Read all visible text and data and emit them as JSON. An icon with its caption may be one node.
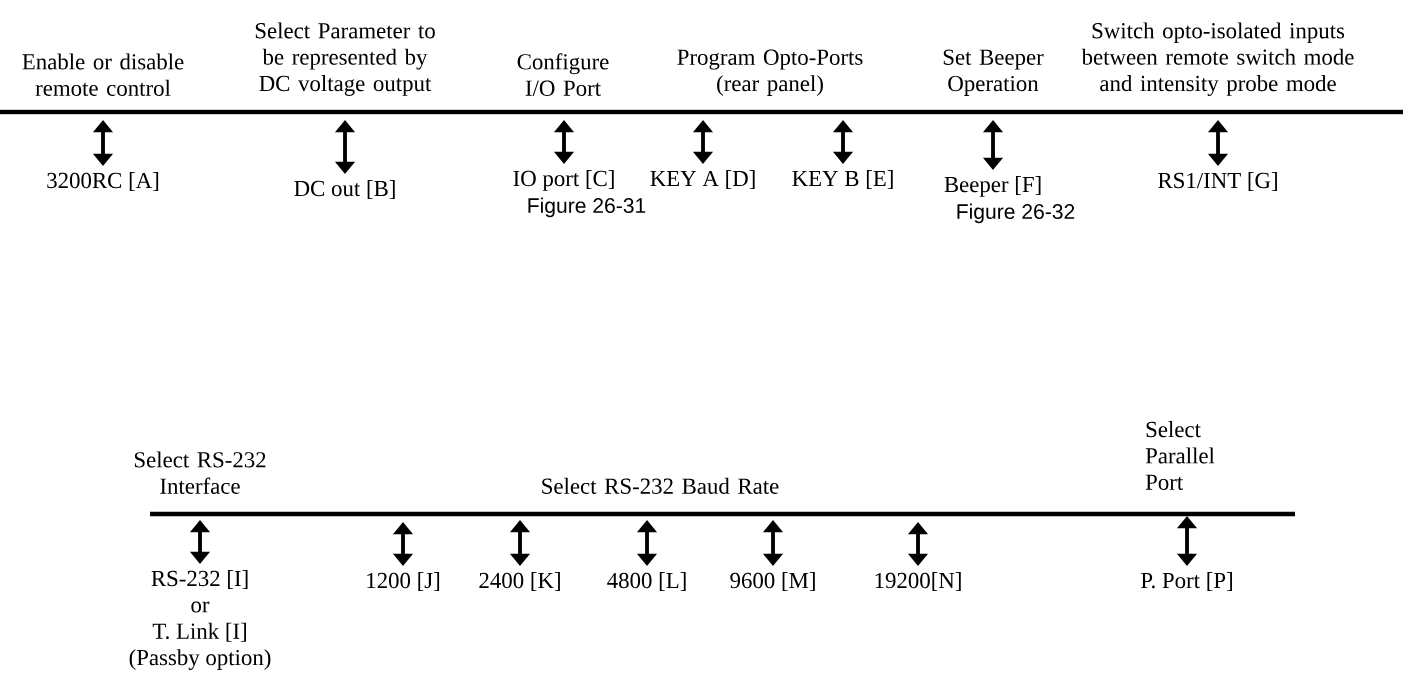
{
  "diagram": {
    "nodes": [
      {
        "text": [
          "Enable or disable remote control"
        ]
      },
      {
        "text": [
          "Select Parameter to be represented by DC voltage output"
        ]
      },
      {
        "text": [
          "Configure I/O Port"
        ]
      },
      {
        "text": [
          "Program Opto-Ports (rear panel)"
        ]
      },
      {
        "text": [
          "Set Beeper Operation"
        ]
      },
      {
        "text": [
          "Switch opto-isolated inputs between remote switch mode and intensity probe mode"
        ]
      },
      {
        "text": [
          "3200RC [A]"
        ]
      },
      {
        "text": [
          "DC out [B]"
        ]
      },
      {
        "text": [
          "IO port [C]"
        ],
        "beside": [
          "Figure 26-31"
        ]
      },
      {
        "text": [
          "KEY A [D]"
        ]
      },
      {
        "text": [
          "KEY B [E]"
        ]
      },
      {
        "text": [
          "Beeper [F]"
        ],
        "beside": [
          "Figure 26-32"
        ]
      },
      {
        "text": [
          "RS1/INT [G]"
        ]
      },
      {
        "text": [
          "Select RS-232 Interface"
        ]
      },
      {
        "text": [
          "Select RS-232 Baud Rate"
        ]
      },
      {
        "text": [
          "Select Parallel Port"
        ]
      },
      {
        "text": [
          "RS-232 [I]",
          "or",
          "T. Link [I]",
          "(Passby option)"
        ]
      },
      {
        "text": [
          "1200 [J]"
        ]
      },
      {
        "text": [
          "2400 [K]"
        ]
      },
      {
        "text": [
          "4800 [L]"
        ]
      },
      {
        "text": [
          "9600 [M]"
        ]
      },
      {
        "text": [
          "19200[N]"
        ]
      },
      {
        "text": [
          "P. Port [P]"
        ]
      }
    ],
    "edges": [
      {
        "from": 0,
        "to": 6,
        "arrow": "both"
      },
      {
        "from": 1,
        "to": 7,
        "arrow": "both"
      },
      {
        "from": 2,
        "to": 8,
        "arrow": "both"
      },
      {
        "from": 3,
        "to": 9,
        "arrow": "both"
      },
      {
        "from": 3,
        "to": 10,
        "arrow": "both"
      },
      {
        "from": 4,
        "to": 11,
        "arrow": "both"
      },
      {
        "from": 5,
        "to": 12,
        "arrow": "both"
      },
      {
        "from": 13,
        "to": 16,
        "arrow": "both"
      },
      {
        "from": null,
        "to": 17,
        "arrow": "both"
      },
      {
        "from": 14,
        "to": 18,
        "arrow": "both"
      },
      {
        "from": 14,
        "to": 19,
        "arrow": "both"
      },
      {
        "from": 14,
        "to": 20,
        "arrow": "both"
      },
      {
        "from": null,
        "to": 21,
        "arrow": "both"
      },
      {
        "from": 15,
        "to": 22,
        "arrow": "both"
      }
    ]
  }
}
